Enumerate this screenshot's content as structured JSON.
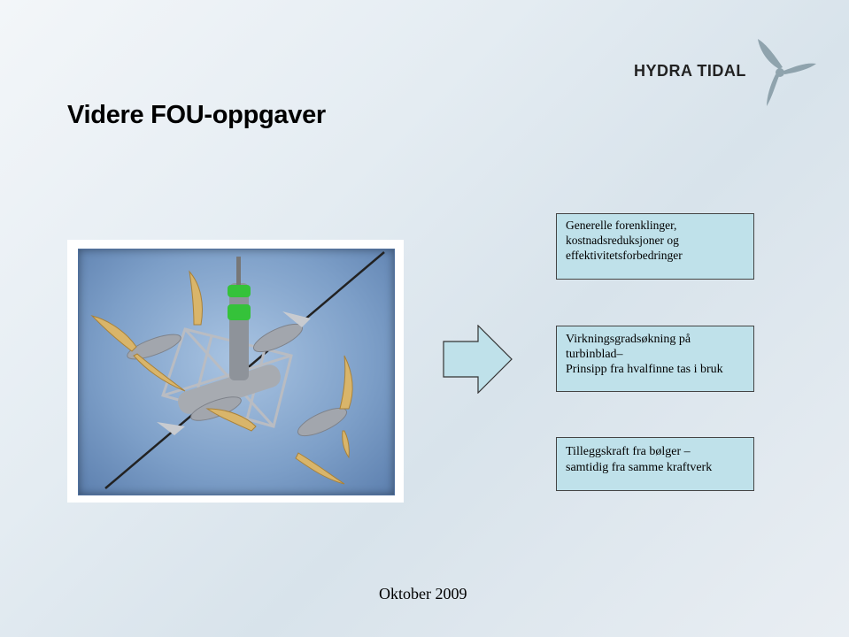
{
  "slide": {
    "title": "Videre FOU-oppgaver",
    "footer": "Oktober 2009"
  },
  "logo": {
    "text": "HYDRA TIDAL",
    "icon": "turbine-blades-logo",
    "color": "#8fa3ad"
  },
  "image": {
    "description_icon": "tidal-turbine-render"
  },
  "boxes": [
    {
      "lines": [
        "Generelle forenklinger,",
        "kostnadsreduksjoner og",
        "effektivitetsforbedringer"
      ]
    },
    {
      "lines": [
        "Virkningsgradsøkning på",
        "turbinblad–",
        "Prinsipp fra hvalfinne tas i bruk"
      ]
    },
    {
      "lines": [
        "Tilleggskraft fra bølger –",
        "samtidig fra samme kraftverk"
      ]
    }
  ],
  "colors": {
    "box_fill": "#bfe1ea",
    "arrow_fill": "#bfe1ea"
  }
}
